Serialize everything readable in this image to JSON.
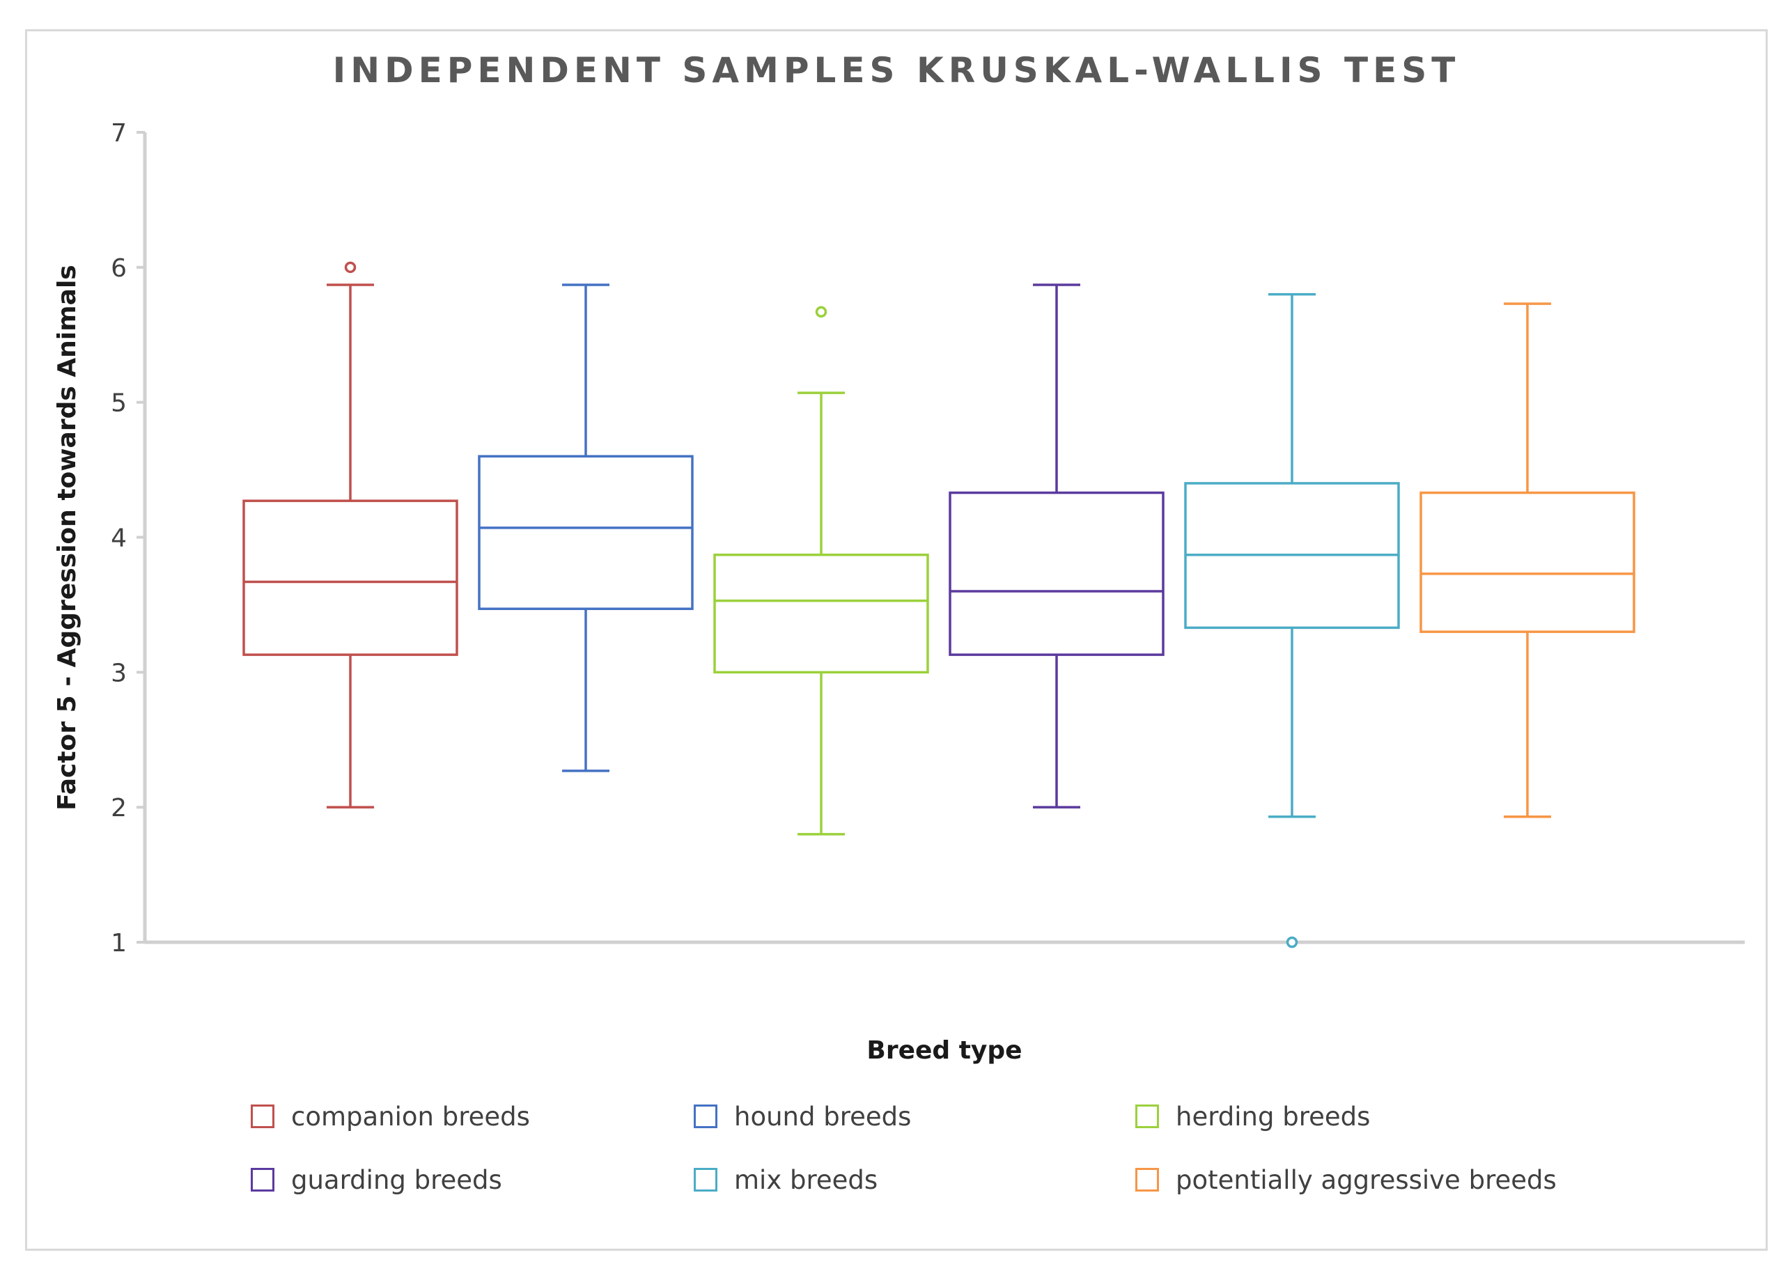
{
  "chart_data": {
    "type": "boxplot",
    "title": "INDEPENDENT SAMPLES KRUSKAL-WALLIS TEST",
    "xlabel": "Breed type",
    "ylabel": "Factor 5 - Aggression towards Animals",
    "ylim": [
      1,
      7
    ],
    "yticks": [
      1,
      2,
      3,
      4,
      5,
      6,
      7
    ],
    "grid": false,
    "legend_position": "bottom",
    "groups": [
      {
        "name": "companion breeds",
        "color": "#c0504d",
        "whisker_low": 2.0,
        "q1": 3.13,
        "median": 3.67,
        "q3": 4.27,
        "whisker_high": 5.87,
        "outliers": [
          6.0
        ]
      },
      {
        "name": "hound breeds",
        "color": "#4472c4",
        "whisker_low": 2.27,
        "q1": 3.47,
        "median": 4.07,
        "q3": 4.6,
        "whisker_high": 5.87,
        "outliers": []
      },
      {
        "name": "herding breeds",
        "color": "#9bd13b",
        "whisker_low": 1.8,
        "q1": 3.0,
        "median": 3.53,
        "q3": 3.87,
        "whisker_high": 5.07,
        "outliers": [
          5.67
        ]
      },
      {
        "name": "guarding breeds",
        "color": "#5b3a9e",
        "whisker_low": 2.0,
        "q1": 3.13,
        "median": 3.6,
        "q3": 4.33,
        "whisker_high": 5.87,
        "outliers": []
      },
      {
        "name": "mix breeds",
        "color": "#4bacc6",
        "whisker_low": 1.93,
        "q1": 3.33,
        "median": 3.87,
        "q3": 4.4,
        "whisker_high": 5.8,
        "outliers": [
          1.0
        ]
      },
      {
        "name": "potentially aggressive breeds",
        "color": "#f79646",
        "whisker_low": 1.93,
        "q1": 3.3,
        "median": 3.73,
        "q3": 4.33,
        "whisker_high": 5.73,
        "outliers": []
      }
    ]
  }
}
